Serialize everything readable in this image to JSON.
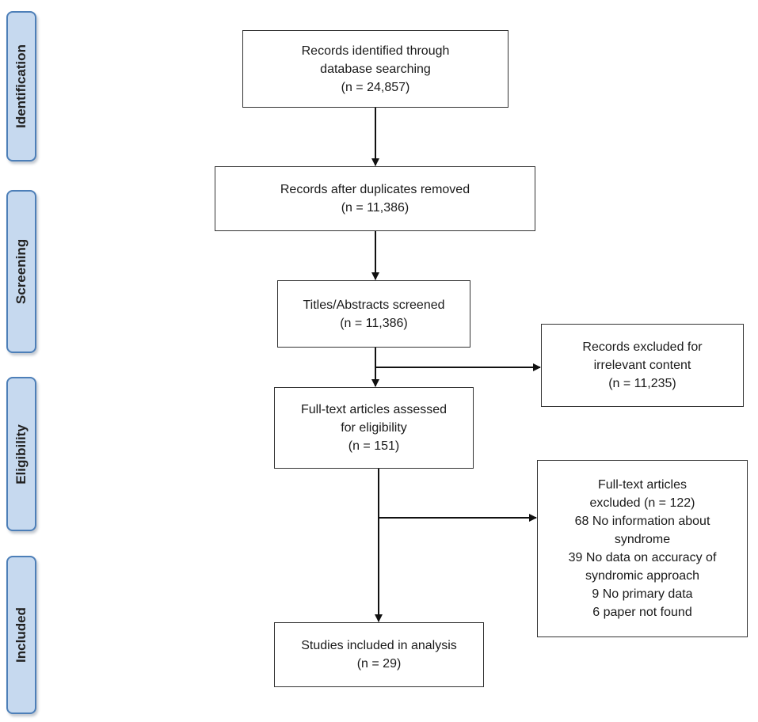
{
  "stages": {
    "identification": "Identification",
    "screening": "Screening",
    "eligibility": "Eligibility",
    "included": "Included"
  },
  "boxes": {
    "identified": [
      "Records identified through",
      "database searching",
      "(n = 24,857)"
    ],
    "deduplicated": [
      "Records after duplicates removed",
      "(n = 11,386)"
    ],
    "screened": [
      "Titles/Abstracts screened",
      "(n = 11,386)"
    ],
    "excluded_records": [
      "Records excluded for",
      "irrelevant content",
      "(n = 11,235)"
    ],
    "fulltext_assessed": [
      "Full-text articles assessed",
      "for eligibility",
      "(n = 151)"
    ],
    "fulltext_excluded": [
      "Full-text articles",
      "excluded (n = 122)",
      "68 No information about",
      "syndrome",
      "39 No data on accuracy of",
      "syndromic approach",
      "9 No primary data",
      "6 paper not found"
    ],
    "included_studies": [
      "Studies included in analysis",
      "(n = 29)"
    ]
  }
}
